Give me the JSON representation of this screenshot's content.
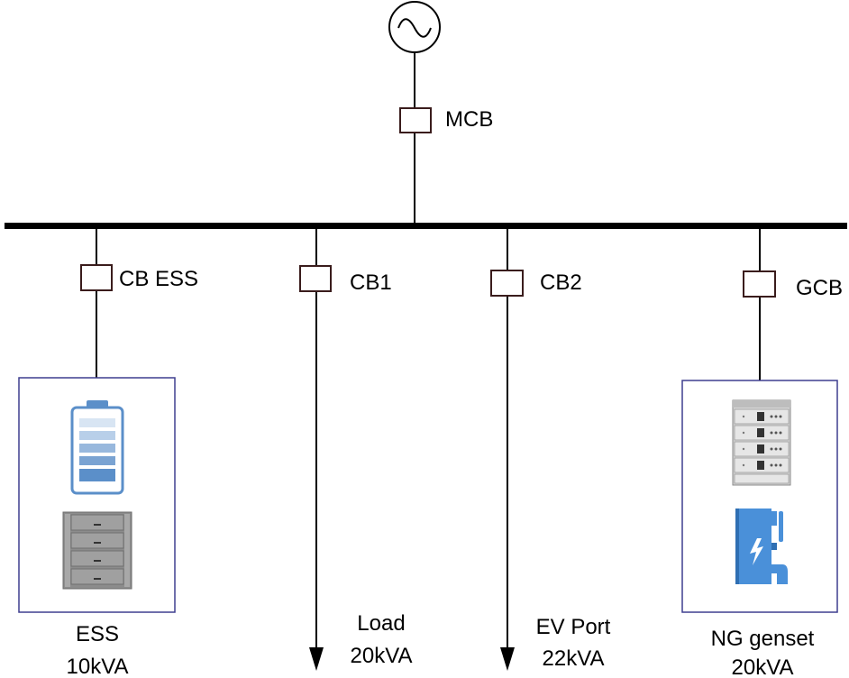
{
  "diagram": {
    "main_breaker_label": "MCB",
    "feeders": [
      {
        "breaker_label": "CB ESS",
        "device_name": "ESS",
        "rating": "10kVA"
      },
      {
        "breaker_label": "CB1",
        "device_name": "Load",
        "rating": "20kVA"
      },
      {
        "breaker_label": "CB2",
        "device_name": "EV Port",
        "rating": "22kVA"
      },
      {
        "breaker_label": "GCB",
        "device_name": "NG genset",
        "rating": "20kVA"
      }
    ],
    "icons": {
      "source": "ac-source-icon",
      "battery": "battery-icon",
      "battery_rack": "battery-rack-icon",
      "switchgear": "switchgear-cabinet-icon",
      "genset": "generator-icon"
    },
    "colors": {
      "line": "#000000",
      "breaker_outline": "#3a1c1c",
      "frame": "#3f3f8f",
      "battery_blue": "#5b8fc9",
      "genset_blue": "#4a90d9"
    }
  }
}
